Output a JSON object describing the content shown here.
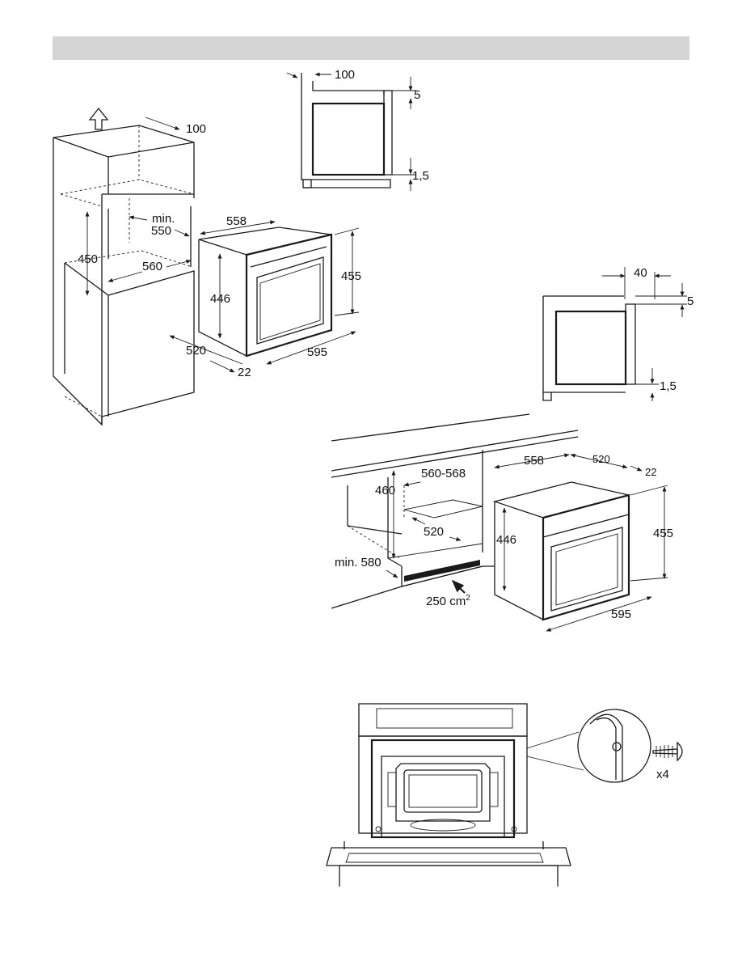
{
  "header": {
    "title": ""
  },
  "diagrams": {
    "column_install": {
      "dims": {
        "top_gap": "100",
        "min_label": "min.",
        "min_depth": "550",
        "height": "450",
        "width": "560",
        "oven_width": "558",
        "oven_front_h": "446",
        "oven_total_h": "455",
        "oven_depth": "520",
        "oven_front_w": "595",
        "door": "22"
      }
    },
    "column_side_detail": {
      "gap_top": "100",
      "gap_a": "5",
      "gap_b": "1,5"
    },
    "under_counter_side_detail": {
      "gap_top": "40",
      "gap_a": "5",
      "gap_b": "1,5"
    },
    "under_counter_install": {
      "dims": {
        "niche_width": "560-568",
        "niche_height": "460",
        "niche_depth": "520",
        "min_height": "min. 580",
        "vent_area": "250 cm",
        "vent_sup": "2",
        "oven_width": "558",
        "oven_depth": "520",
        "door": "22",
        "oven_front_h": "446",
        "oven_total_h": "455",
        "oven_front_w": "595"
      }
    },
    "fixing": {
      "screw_count": "x4"
    }
  }
}
